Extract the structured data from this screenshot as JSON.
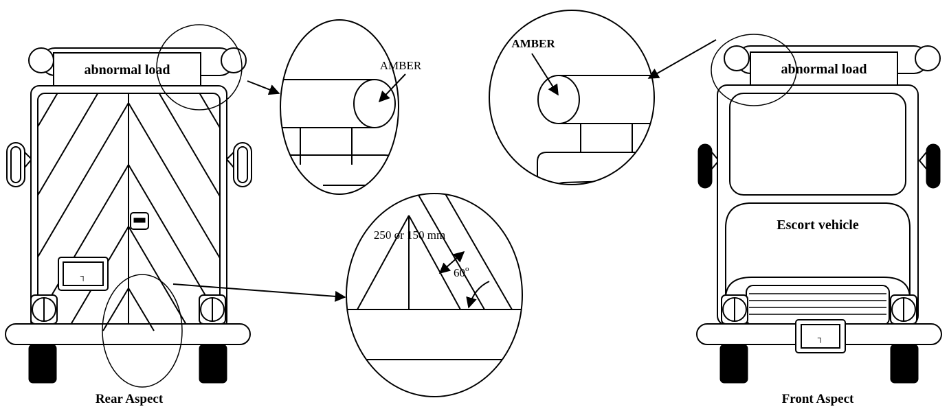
{
  "labels": {
    "rear_sign": "abnormal load",
    "front_sign": "abnormal load",
    "amber_rear": "AMBER",
    "amber_front": "AMBER",
    "stripe_width": "250 or 150 mm",
    "angle_value": "60",
    "angle_unit": "o",
    "escort": "Escort vehicle",
    "rear_caption": "Rear Aspect",
    "front_caption": "Front Aspect",
    "plate_glyph": "┐"
  },
  "colors": {
    "line": "#000000",
    "background": "#ffffff"
  },
  "icons": [
    "arrow-icon",
    "beacon-icon",
    "wheel-icon",
    "mirror-icon",
    "headlamp-icon",
    "number-plate-icon",
    "door-handle-icon"
  ]
}
